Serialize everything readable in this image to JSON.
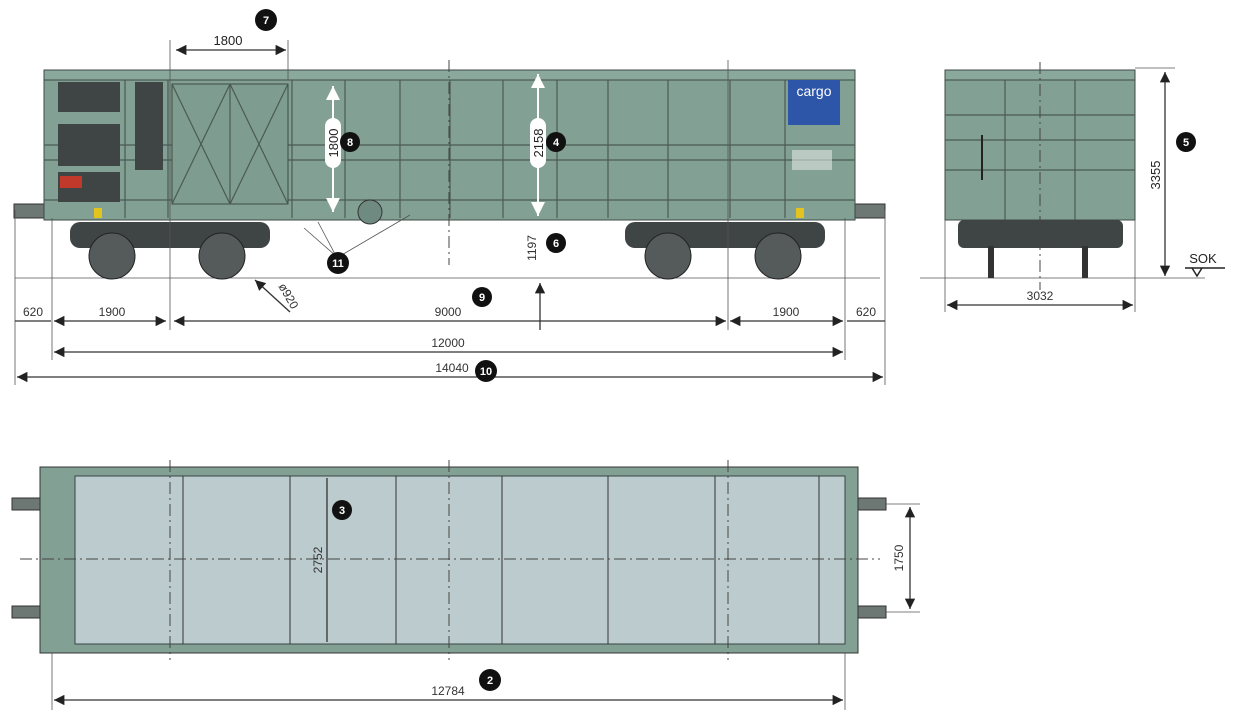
{
  "diagram": {
    "title_markers": [
      "2",
      "3",
      "4",
      "5",
      "6",
      "7",
      "8",
      "9",
      "10",
      "11"
    ],
    "side_view": {
      "door_width": "1800",
      "door_height": "1800",
      "inner_height": "2158",
      "floor_height": "1197",
      "wheel_diameter": "ø920",
      "bogie_distance": "9000",
      "overhang_left": "620",
      "overhang_right": "620",
      "axle_base_left": "1900",
      "axle_base_right": "1900",
      "length_over_body": "12000",
      "length_over_buffers": "14040",
      "logo_text": "cargo",
      "markers": {
        "door_width": "7",
        "door_height": "8",
        "inner_height": "4",
        "floor_height": "6",
        "doors_detail": "11",
        "bogie_distance": "9",
        "length": "10"
      }
    },
    "end_view": {
      "height": "3355",
      "width": "3032",
      "rail_reference": "SOK",
      "marker": "5"
    },
    "top_view": {
      "inner_width": "2752",
      "buffer_spacing": "1750",
      "inner_length": "12784",
      "markers": {
        "inner_width": "3",
        "inner_length": "2"
      }
    },
    "colors": {
      "body": "#82a094",
      "floor": "#bccbcd",
      "logo": "#2d55a8",
      "bogie": "#3f4444"
    }
  }
}
